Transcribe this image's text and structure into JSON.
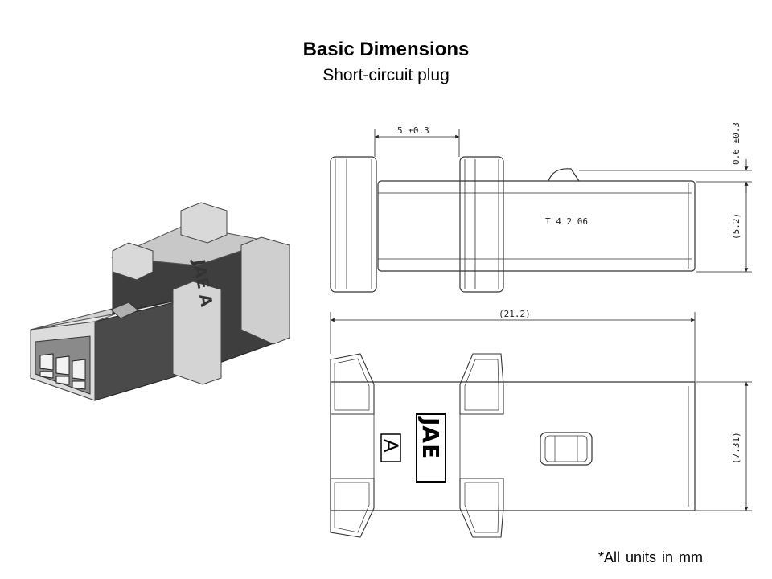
{
  "slide": {
    "title": "Basic Dimensions",
    "subtitle": "Short-circuit plug",
    "footnote": "*All units in mm"
  },
  "drawing": {
    "pitch_dim": "5 ±0.3",
    "offset_dim": "0.6 ±0.3",
    "height_dim": "(5.2)",
    "length_dim": "(21.2)",
    "width_dim": "(7.31)",
    "part_mark": "T 4 2 06",
    "logo_text": "JAE",
    "logo_letter": "A"
  },
  "iso": {
    "face_label": "JAE A"
  }
}
